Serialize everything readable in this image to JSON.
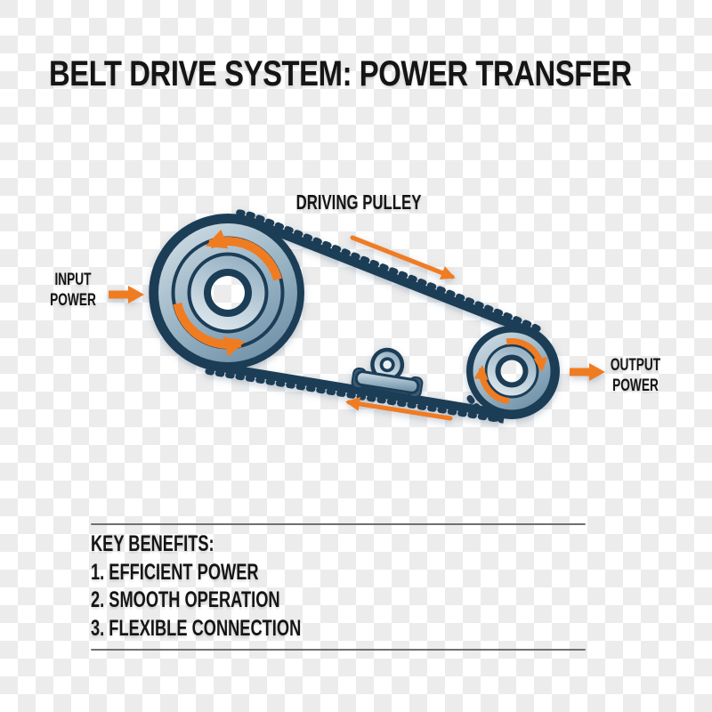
{
  "title": "BELT DRIVE SYSTEM: POWER TRANSFER",
  "diagram": {
    "driving_pulley_label": "DRIVING PULLEY",
    "input_power": {
      "line1": "INPUT",
      "line2": "POWER"
    },
    "output_power": {
      "line1": "OUTPUT",
      "line2": "POWER"
    },
    "rotation_arrows": {
      "large_pulley": "counter-clockwise",
      "small_pulley": "clockwise"
    },
    "belt_direction": {
      "top_run": "toward small pulley (right)",
      "bottom_run": "toward large pulley (left)"
    }
  },
  "benefits": {
    "heading": "KEY BENEFITS:",
    "items": [
      "1. EFFICIENT POWER",
      "2. SMOOTH OPERATION",
      "3. FLEXIBLE CONNECTION"
    ]
  },
  "colors": {
    "accent_orange": "#F07B22",
    "outline_navy": "#1F3C56",
    "steel_light": "#D7E2E8",
    "steel_mid": "#9DB7C7",
    "steel_dark": "#7495AB",
    "checker_gray": "#ECECEC",
    "checker_white": "#FFFFFF",
    "text": "#151515",
    "divider_gray": "#6F6F6F"
  }
}
